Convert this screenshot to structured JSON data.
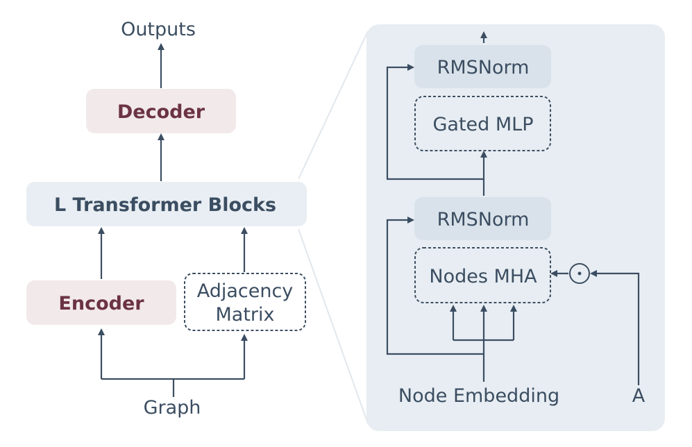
{
  "left": {
    "outputs": "Outputs",
    "decoder": "Decoder",
    "transformer_blocks": "L Transformer Blocks",
    "encoder": "Encoder",
    "adjacency_line1": "Adjacency",
    "adjacency_line2": "Matrix",
    "graph": "Graph"
  },
  "right": {
    "rmsnorm_top": "RMSNorm",
    "gated_mlp": "Gated MLP",
    "rmsnorm_bottom": "RMSNorm",
    "nodes_mha": "Nodes MHA",
    "node_embedding": "Node Embedding",
    "a_input": "A",
    "odot_symbol": "⊙"
  },
  "colors": {
    "text": "#3b4d61",
    "accent_text": "#6b3343",
    "pink_box": "#f2e9ea",
    "blue_box": "#e8eef3",
    "panel": "#e7edf2",
    "norm_box": "#d9e2ea"
  }
}
